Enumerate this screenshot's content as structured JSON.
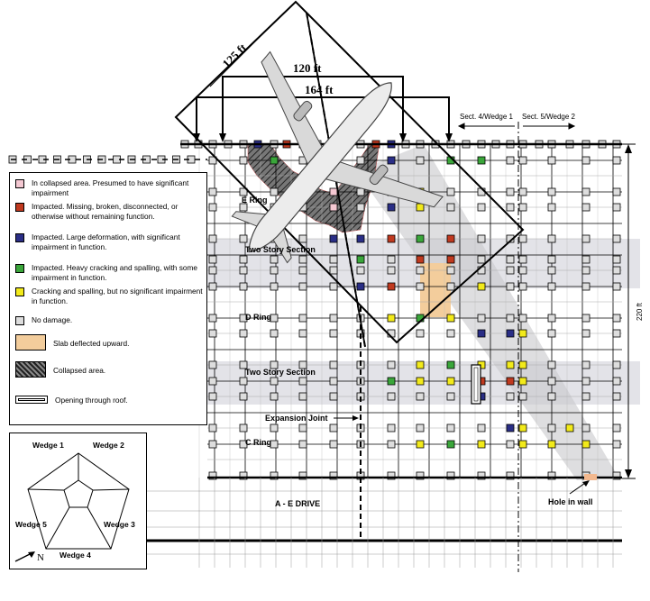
{
  "dimensions": {
    "d125": "125 ft",
    "d120": "120 ft",
    "d164": "164 ft",
    "d220": "220 ft"
  },
  "sections": {
    "left": "Sect. 4/Wedge 1",
    "right": "Sect. 5/Wedge 2"
  },
  "labels": {
    "e_ring": "E Ring",
    "two_story_1": "Two Story Section",
    "d_ring": "D Ring",
    "two_story_2": "Two Story Section",
    "expansion_joint": "Expansion Joint",
    "c_ring": "C Ring",
    "drive": "A - E DRIVE",
    "hole": "Hole in wall"
  },
  "legend": [
    {
      "color": "#f4c8d2",
      "text": "In collapsed area. Presumed to have significant impairment"
    },
    {
      "color": "#c0391f",
      "text": "Impacted. Missing, broken, disconnected, or otherwise without remaining function."
    },
    {
      "color": "#2a2e86",
      "text": "Impacted. Large deformation, with significant impairment in function."
    },
    {
      "color": "#3aa63a",
      "text": "Impacted. Heavy cracking and spalling, with some impairment in function."
    },
    {
      "color": "#f2ea1a",
      "text": "Cracking and spalling, but no significant impairment in function."
    },
    {
      "color": "#dddddd",
      "text": "No damage."
    },
    {
      "color": "#f3cd9c",
      "text": "Slab deflected upward."
    },
    {
      "color": "hatch",
      "text": "Collapsed area."
    },
    {
      "color": "opening",
      "text": "Opening through roof."
    }
  ],
  "wedges": {
    "w1": "Wedge 1",
    "w2": "Wedge 2",
    "w3": "Wedge 3",
    "w4": "Wedge 4",
    "w5": "Wedge 5",
    "north": "N"
  }
}
